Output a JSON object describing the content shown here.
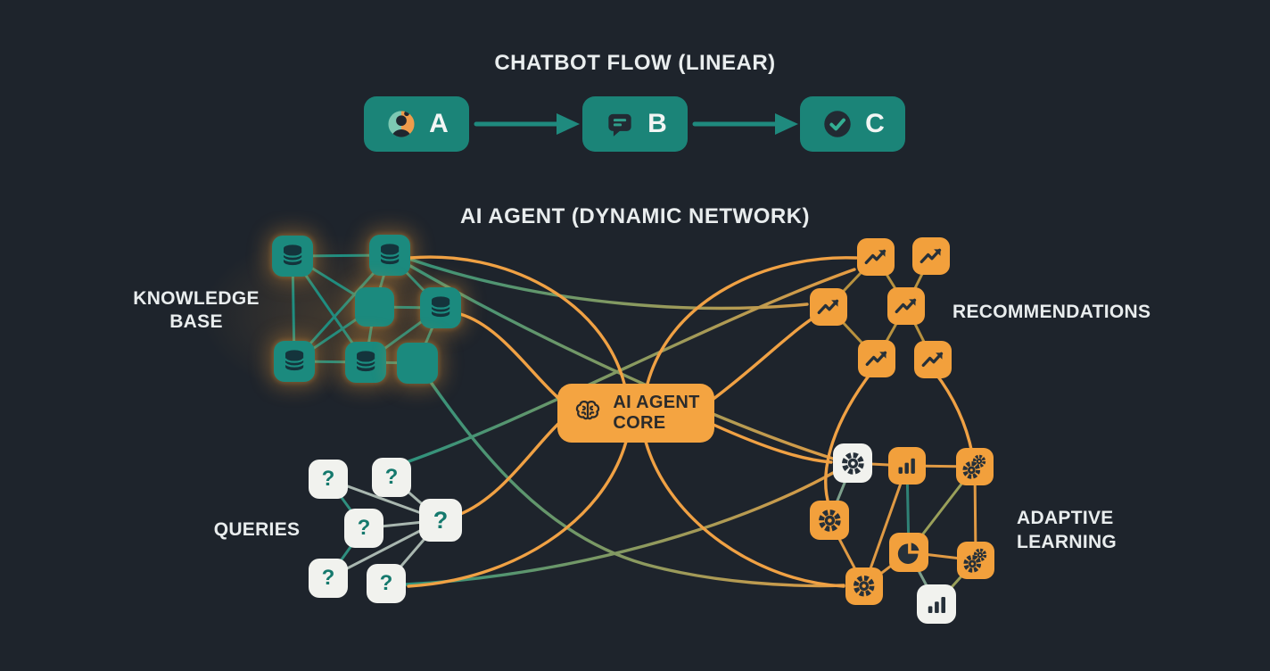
{
  "colors": {
    "background": "#1e242c",
    "teal": "#1b8a7e",
    "orange": "#f2a03c",
    "white_node": "#f1f2ee",
    "icon_ink": "#263039",
    "text": "#e9edee"
  },
  "linear_flow": {
    "title": "CHATBOT FLOW (LINEAR)",
    "steps": [
      {
        "label": "A",
        "icon": "user-avatar"
      },
      {
        "label": "B",
        "icon": "chat-bubble"
      },
      {
        "label": "C",
        "icon": "check-circle"
      }
    ]
  },
  "network": {
    "title": "AI AGENT (DYNAMIC NETWORK)",
    "core": {
      "line1": "AI AGENT",
      "line2": "CORE",
      "icon": "brain"
    },
    "knowledge_base": {
      "line1": "KNOWLEDGE",
      "line2": "BASE",
      "node_count": 7,
      "icon": "database"
    },
    "queries": {
      "label": "QUERIES",
      "glyph": "?",
      "node_count": 6
    },
    "recommendations": {
      "label": "RECOMMENDATIONS",
      "node_count": 6,
      "icon": "trending-up"
    },
    "adaptive_learning": {
      "line1": "ADAPTIVE",
      "line2": "LEARNING",
      "node_count": 8,
      "icons": [
        "gear",
        "bar-chart",
        "double-gear",
        "gear",
        "pie-chart",
        "double-gear",
        "gear",
        "bar-chart"
      ]
    }
  }
}
